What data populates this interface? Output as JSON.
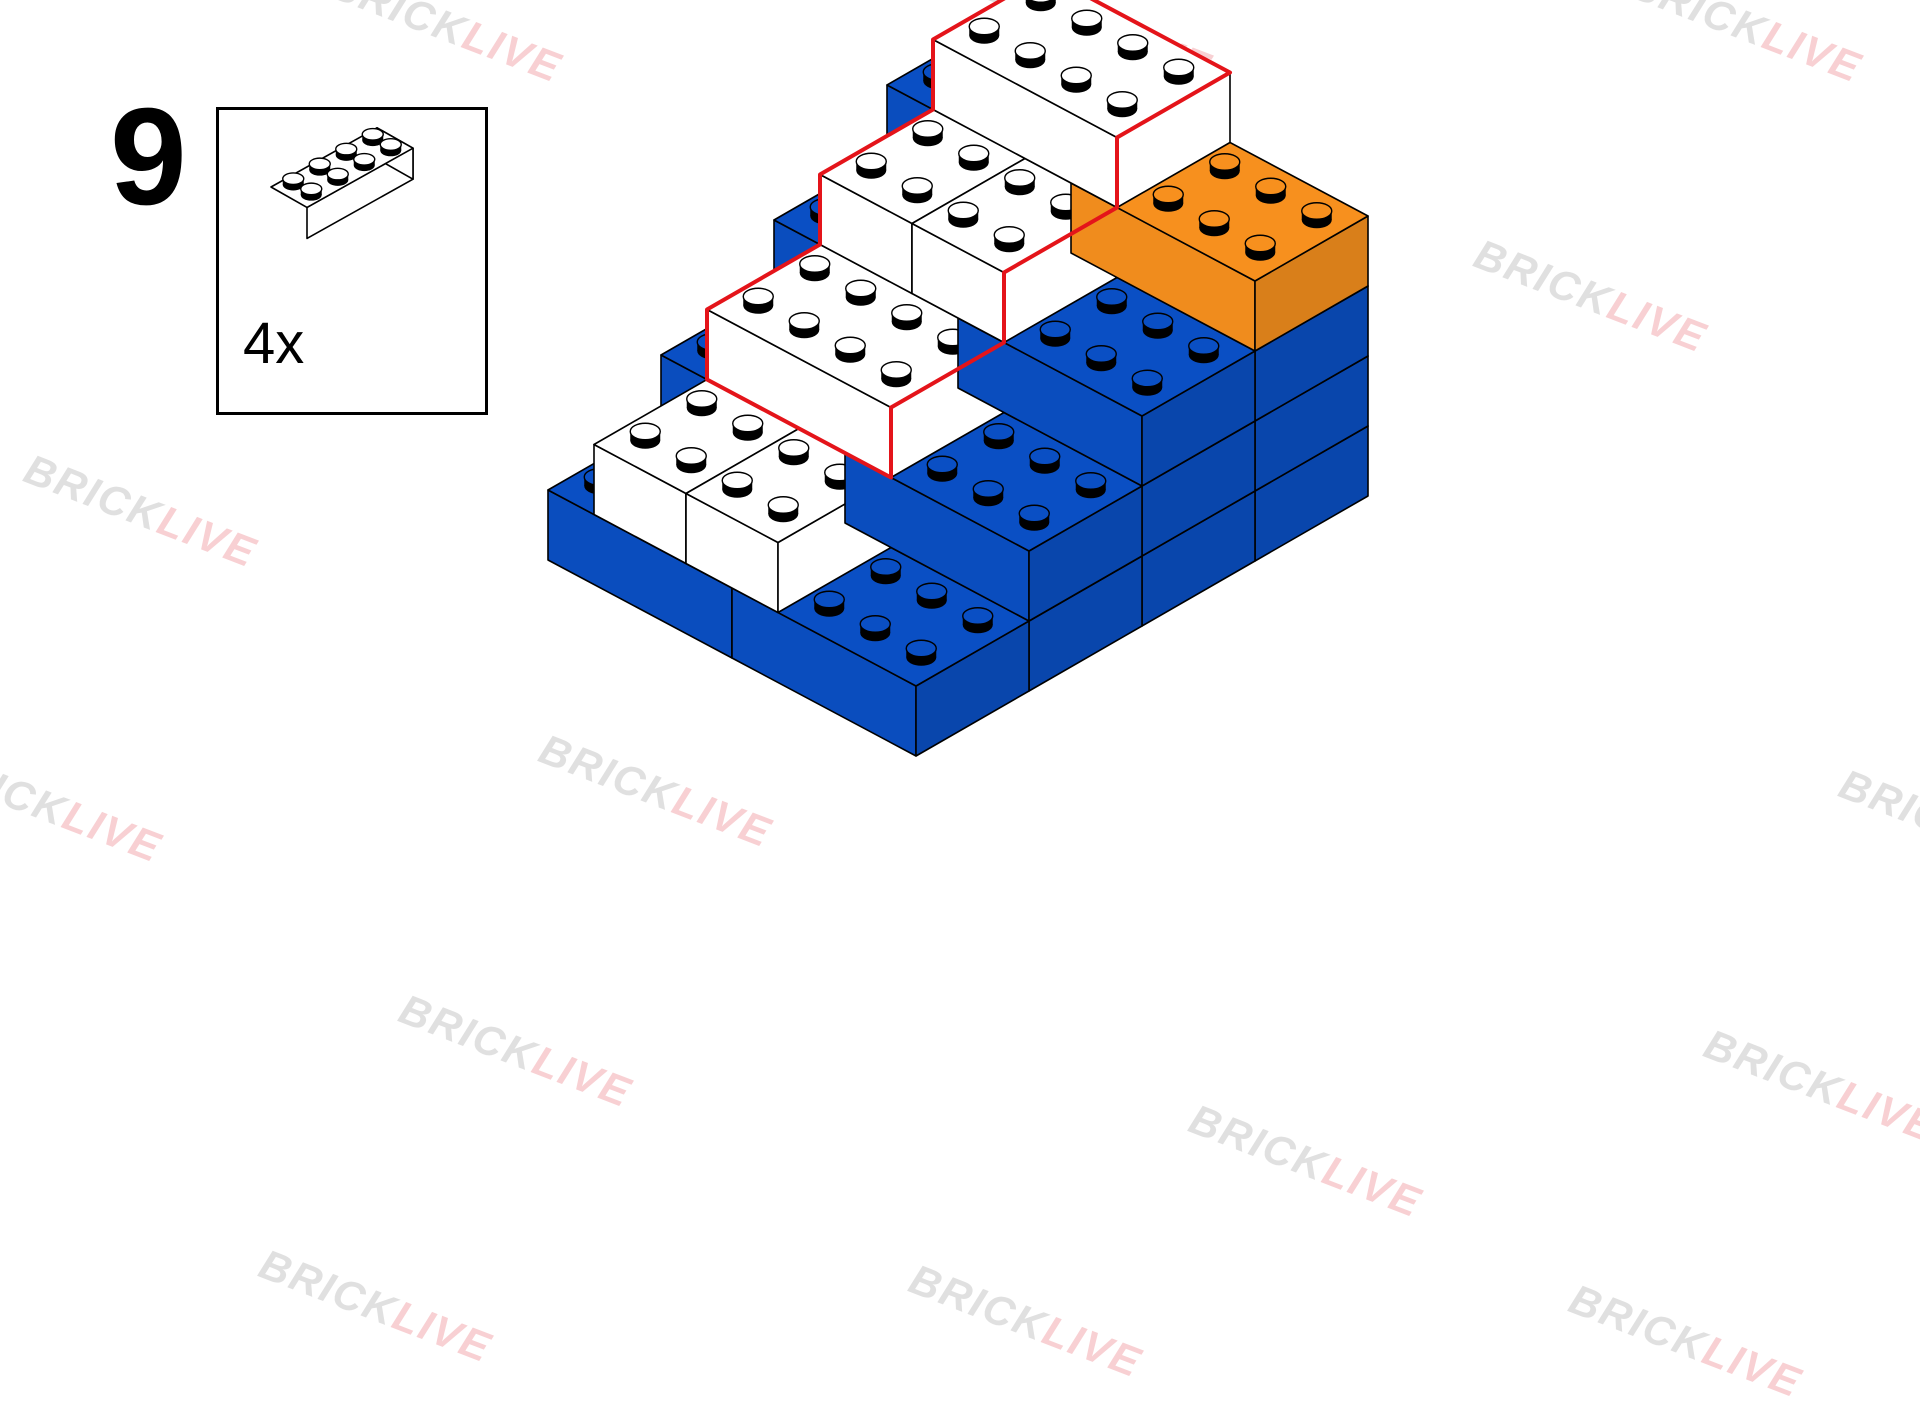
{
  "step": {
    "number": "9"
  },
  "parts": [
    {
      "name": "brick-2x4-white",
      "quantity_label": "4x",
      "color": "#ffffff"
    }
  ],
  "watermark": {
    "part1": "BRICK",
    "part2": "LIVE"
  },
  "colors": {
    "panel_background": "#d6edfb",
    "blue_brick": "#0a4fc4",
    "blue_brick_shade": "#083fa0",
    "orange_brick": "#f7901e",
    "white_brick": "#ffffff",
    "highlight_outline": "#e4141a"
  }
}
